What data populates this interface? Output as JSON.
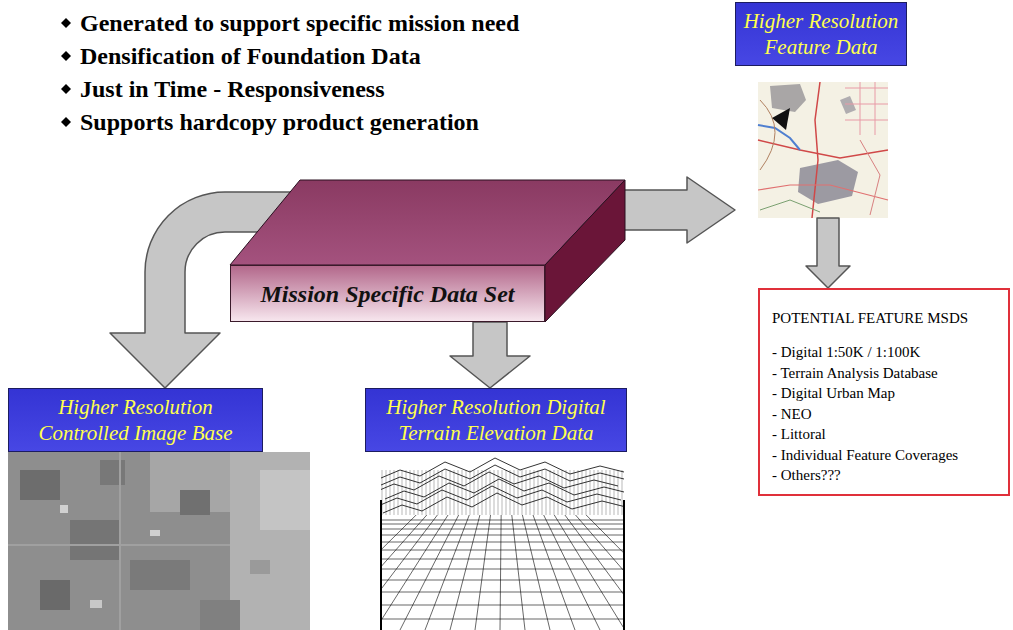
{
  "diagram": {
    "nodes": [
      {
        "text": [
          "Mission Specific Data Set"
        ]
      },
      {
        "text": [
          "Higher Resolution Feature Data"
        ]
      },
      {
        "text": [
          "POTENTIAL FEATURE MSDS",
          "- Digital 1:50K / 1:100K",
          "- Terrain Analysis Database",
          "- Digital Urban Map",
          "- NEO",
          "- Littoral",
          "- Individual Feature Coverages",
          "- Others???"
        ]
      },
      {
        "text": [
          "Higher Resolution Controlled Image Base"
        ]
      },
      {
        "text": [
          "Higher Resolution Digital Terrain Elevation Data"
        ]
      }
    ],
    "edges": [
      {
        "from": 0,
        "to": 1,
        "arrow": "to"
      },
      {
        "from": 1,
        "to": 2,
        "arrow": "to"
      },
      {
        "from": 0,
        "to": 3,
        "arrow": "to"
      },
      {
        "from": 0,
        "to": 4,
        "arrow": "to"
      }
    ],
    "labels": [
      "Generated to support specific mission need",
      "Densification of Foundation Data",
      "Just in Time - Responsiveness",
      "Supports hardcopy product generation"
    ]
  }
}
